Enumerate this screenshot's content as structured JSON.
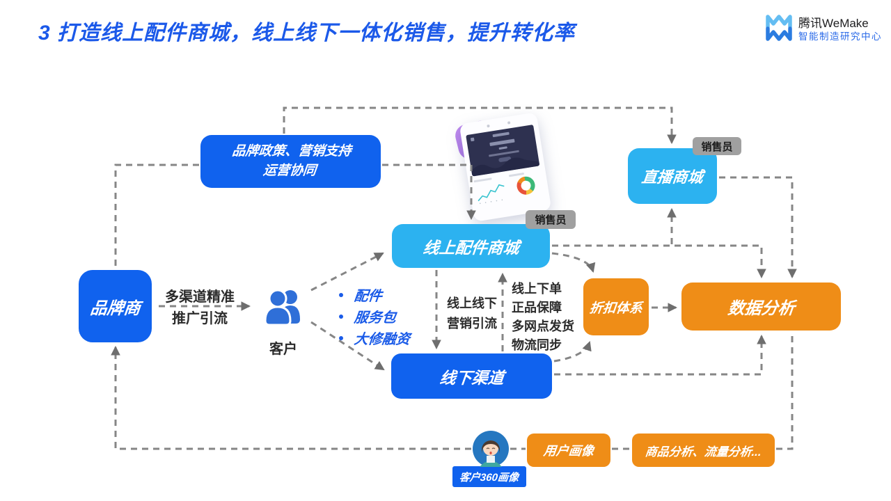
{
  "title": "3 打造线上配件商城，线上线下一体化销售，提升转化率",
  "logo": {
    "brand": "腾讯WeMake",
    "subtitle": "智能制造研究中心"
  },
  "colors": {
    "title_blue": "#1b59e9",
    "primary_blue": "#1062ee",
    "light_blue": "#2cb2f0",
    "orange": "#ef8d17",
    "badge_gray": "#a0a0a0",
    "connector_gray": "#868686"
  },
  "nodes": {
    "brand_owner": {
      "label": "品牌商"
    },
    "brand_policy": {
      "line1": "品牌政策、营销支持",
      "line2": "运营协同"
    },
    "online_parts_mall": {
      "label": "线上配件商城"
    },
    "live_mall": {
      "label": "直播商城"
    },
    "offline_channel": {
      "label": "线下渠道"
    },
    "discount_system": {
      "label": "折扣体系"
    },
    "data_analysis": {
      "label": "数据分析"
    },
    "user_profile": {
      "label": "用户画像"
    },
    "product_analysis": {
      "label": "商品分析、流量分析..."
    },
    "customer360": {
      "label": "客户360画像"
    }
  },
  "badges": {
    "salesperson_online_mall": "销售员",
    "salesperson_live_mall": "销售员"
  },
  "labels": {
    "customer": "客户",
    "promo": {
      "line1": "多渠道精准",
      "line2": "推广引流"
    },
    "offerings": [
      "配件",
      "服务包",
      "大修融资"
    ],
    "online_offline": {
      "line1": "线上线下",
      "line2": "营销引流"
    },
    "order_benefits": [
      "线上下单",
      "正品保障",
      "多网点发货",
      "物流同步"
    ]
  }
}
